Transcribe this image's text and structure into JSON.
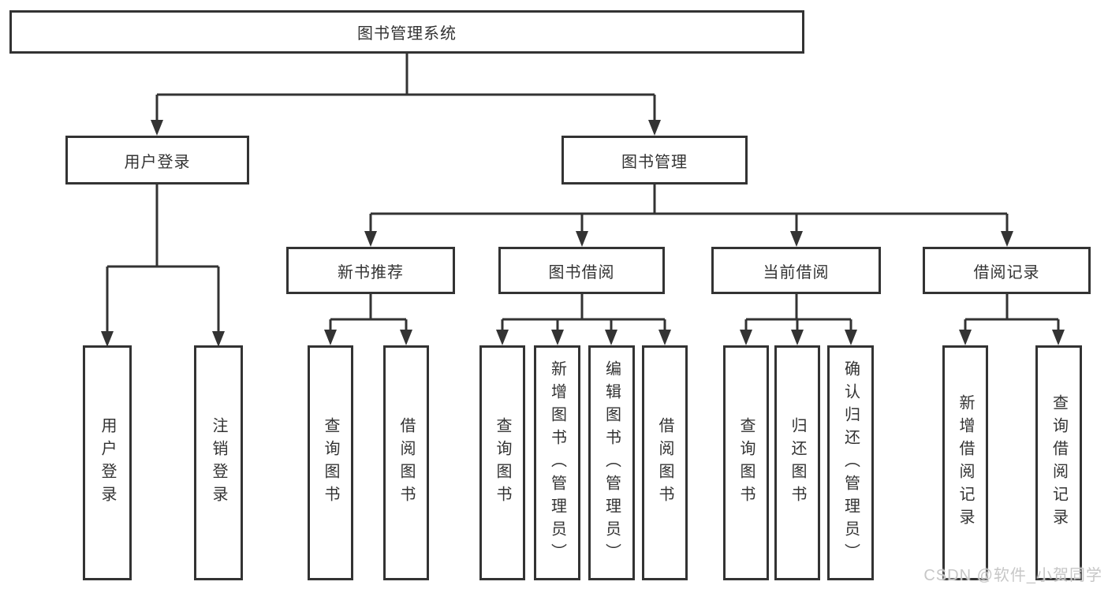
{
  "diagram": {
    "title": "图书管理系统",
    "branches": [
      {
        "label": "用户登录",
        "leaves": [
          "用户登录",
          "注销登录"
        ]
      },
      {
        "label": "图书管理",
        "groups": [
          {
            "label": "新书推荐",
            "leaves": [
              "查询图书",
              "借阅图书"
            ]
          },
          {
            "label": "图书借阅",
            "leaves": [
              "查询图书",
              "新增图书（管理员）",
              "编辑图书（管理员）",
              "借阅图书"
            ]
          },
          {
            "label": "当前借阅",
            "leaves": [
              "查询图书",
              "归还图书",
              "确认归还（管理员）"
            ]
          },
          {
            "label": "借阅记录",
            "leaves": [
              "新增借阅记录",
              "查询借阅记录"
            ]
          }
        ]
      }
    ]
  },
  "colors": {
    "line": "#333333",
    "text": "#333333",
    "background": "#ffffff",
    "watermark": "#c7c7c7"
  },
  "watermark": {
    "text": "CSDN @软件_小贺同学"
  }
}
